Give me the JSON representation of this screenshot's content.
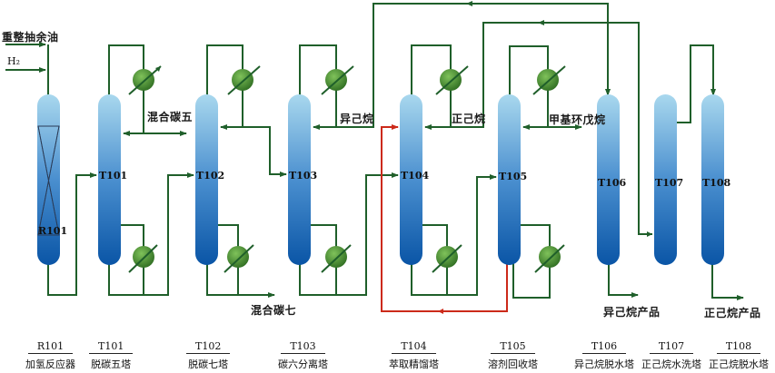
{
  "colors": {
    "pipe": "#1f5f2a",
    "recycle": "#cc2a1a",
    "column_top": "#a7d6ec",
    "column_bottom": "#0a57a8",
    "exchanger": "#3f8a2e"
  },
  "feeds": {
    "reformate_raffinate": "重整抽余油",
    "hydrogen": "H₂"
  },
  "streams": {
    "mixed_c5": "混合碳五",
    "mixed_c7": "混合碳七",
    "isohexane": "异己烷",
    "n_hexane": "正己烷",
    "methylcyclopentane": "甲基环戊烷",
    "isohexane_product": "异己烷产品",
    "n_hexane_product": "正己烷产品"
  },
  "units": [
    {
      "code": "R101",
      "name": "加氢反应器"
    },
    {
      "code": "T101",
      "name": "脱碳五塔"
    },
    {
      "code": "T102",
      "name": "脱碳七塔"
    },
    {
      "code": "T103",
      "name": "碳六分离塔"
    },
    {
      "code": "T104",
      "name": "萃取精馏塔"
    },
    {
      "code": "T105",
      "name": "溶剂回收塔"
    },
    {
      "code": "T106",
      "name": "异己烷脱水塔"
    },
    {
      "code": "T107",
      "name": "正己烷水洗塔"
    },
    {
      "code": "T108",
      "name": "正己烷脱水塔"
    }
  ]
}
